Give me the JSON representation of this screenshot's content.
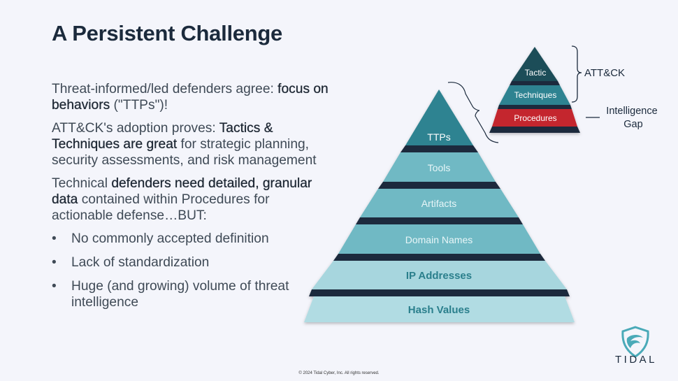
{
  "title": "A Persistent Challenge",
  "paragraphs": {
    "p1_a": "Threat-informed/led defenders agree: ",
    "p1_b": "focus on behaviors",
    "p1_c": " (\"TTPs\")!",
    "p2_a": "ATT&CK's adoption proves: ",
    "p2_b": "Tactics & Techniques are great",
    "p2_c": " for strategic planning, security assessments, and risk management",
    "p3_a": "Technical ",
    "p3_b": "defenders need detailed, granular data",
    "p3_c": " contained within Procedures for actionable defense…BUT:"
  },
  "bullets": [
    "No commonly accepted definition",
    "Lack of standardization",
    "Huge (and growing) volume of threat intelligence"
  ],
  "pyramid": {
    "tiers": [
      "TTPs",
      "Tools",
      "Artifacts",
      "Domain Names",
      "IP Addresses",
      "Hash Values"
    ]
  },
  "small_pyramid": {
    "tiers": [
      "Tactic",
      "Techniques",
      "Procedures"
    ],
    "label_attck": "ATT&CK",
    "label_gap": "Intelligence Gap"
  },
  "colors": {
    "dark_teal": "#2e8391",
    "mid_teal": "#6cb8c3",
    "light_teal": "#a9d8df",
    "darkest": "#1d4d58",
    "red": "#c4262d",
    "divider": "#1b2a3c"
  },
  "footer": "© 2024 Tidal Cyber, Inc. All rights reserved.",
  "logo_text": "TIDAL"
}
